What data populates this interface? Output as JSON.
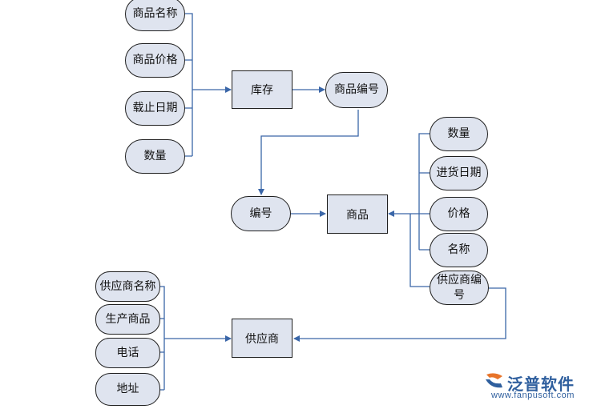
{
  "inventory": {
    "box": "库存",
    "attributes": [
      "商品名称",
      "商品价格",
      "载止日期",
      "数量"
    ],
    "key": "商品编号"
  },
  "product": {
    "box": "商品",
    "key": "编号",
    "attributes": [
      "数量",
      "进货日期",
      "价格",
      "名称"
    ],
    "supplier_key": "供应商编号"
  },
  "supplier": {
    "box": "供应商",
    "attributes": [
      "供应商名称",
      "生产商品",
      "电话",
      "地址"
    ]
  },
  "logo": {
    "name": "泛普软件",
    "url": "www.fanpusoft.com",
    "icon": "fanpu-logo-icon",
    "color": "#2f5f9e"
  }
}
